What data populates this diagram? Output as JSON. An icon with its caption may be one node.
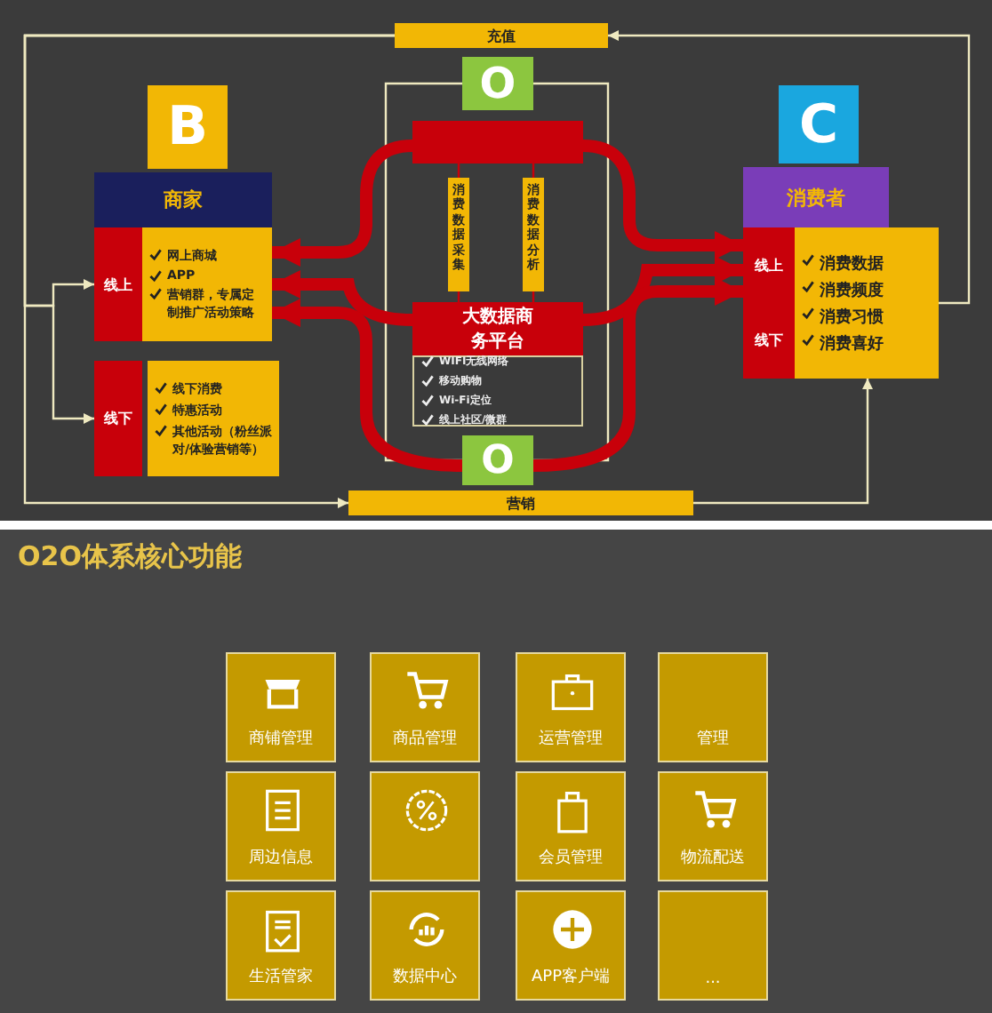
{
  "diagram": {
    "title": "O2O体系核心功能",
    "nodes": [
      {
        "text": [
          "充值"
        ]
      },
      {
        "text": [
          "B"
        ]
      },
      {
        "text": [
          "O"
        ]
      },
      {
        "text": [
          "C"
        ]
      },
      {
        "text": [],
        "shape": "box"
      },
      {
        "text": [
          "商家"
        ]
      },
      {
        "text": [
          "消费者"
        ]
      },
      {
        "text": [
          "线上"
        ]
      },
      {
        "text": [
          "网上商城",
          "APP",
          "营销群，专属定制推广活动策略"
        ]
      },
      {
        "text": [
          "线上"
        ]
      },
      {
        "text": [
          "消费数据",
          "消费频度",
          "消费习惯",
          "消费喜好"
        ]
      },
      {
        "text": [
          "大数据商务平台"
        ]
      },
      {
        "text": [
          "WIFI无线网络",
          "移动购物",
          "Wi-Fi定位",
          "线上社区/微群"
        ]
      },
      {
        "text": [
          "线下"
        ]
      },
      {
        "text": [
          "线下"
        ]
      },
      {
        "text": [
          "线下消费",
          "特惠活动",
          "其他活动（粉丝派对/体验营销等）"
        ]
      },
      {
        "text": [
          "O"
        ]
      },
      {
        "text": [
          "营销"
        ]
      },
      {
        "text": [
          "商铺管理"
        ]
      },
      {
        "text": [
          "商品管理"
        ]
      },
      {
        "text": [
          "运营管理"
        ]
      },
      {
        "text": [
          "管理"
        ]
      },
      {
        "text": [
          "周边信息"
        ]
      },
      {
        "text": [],
        "shape": "box"
      },
      {
        "text": [
          "会员管理"
        ]
      },
      {
        "text": [
          "物流配送"
        ]
      },
      {
        "text": [
          "生活管家"
        ]
      },
      {
        "text": [
          "数据中心"
        ]
      },
      {
        "text": [
          "APP客户端"
        ]
      },
      {
        "text": [
          "..."
        ]
      }
    ],
    "edges": [
      {
        "from": 0,
        "to": 17,
        "arrow": "to",
        "color": "#efe9c0"
      },
      {
        "from": 0,
        "to": 7,
        "arrow": "to",
        "color": "#efe9c0"
      },
      {
        "from": 0,
        "to": 14,
        "arrow": "to",
        "color": "#efe9c0"
      },
      {
        "from": 10,
        "to": 0,
        "arrow": "to",
        "color": "#efe9c0"
      },
      {
        "from": 17,
        "to": 10,
        "arrow": "to",
        "color": "#efe9c0"
      },
      {
        "from": 2,
        "to": 16,
        "arrow": "none",
        "color": "#efe9c0"
      },
      {
        "from": 2,
        "to": 16,
        "arrow": "none",
        "color": "#efe9c0"
      },
      {
        "from": 4,
        "to": 11,
        "arrow": "none",
        "label": "消费数据采集",
        "color": "#c8000a"
      },
      {
        "from": 4,
        "to": 11,
        "arrow": "none",
        "label": "消费数据分析",
        "color": "#c8000a"
      },
      {
        "from": 4,
        "to": 8,
        "arrow": "to",
        "style": "thick",
        "color": "#c8000a"
      },
      {
        "from": 11,
        "to": 8,
        "arrow": "to",
        "style": "thick",
        "color": "#c8000a"
      },
      {
        "from": 16,
        "to": 8,
        "arrow": "to",
        "style": "thick",
        "color": "#c8000a"
      },
      {
        "from": 4,
        "to": 9,
        "arrow": "to",
        "style": "thick",
        "color": "#c8000a"
      },
      {
        "from": 11,
        "to": 9,
        "arrow": "to",
        "style": "thick",
        "color": "#c8000a"
      },
      {
        "from": 16,
        "to": 9,
        "arrow": "to",
        "style": "thick",
        "color": "#c8000a"
      }
    ]
  }
}
